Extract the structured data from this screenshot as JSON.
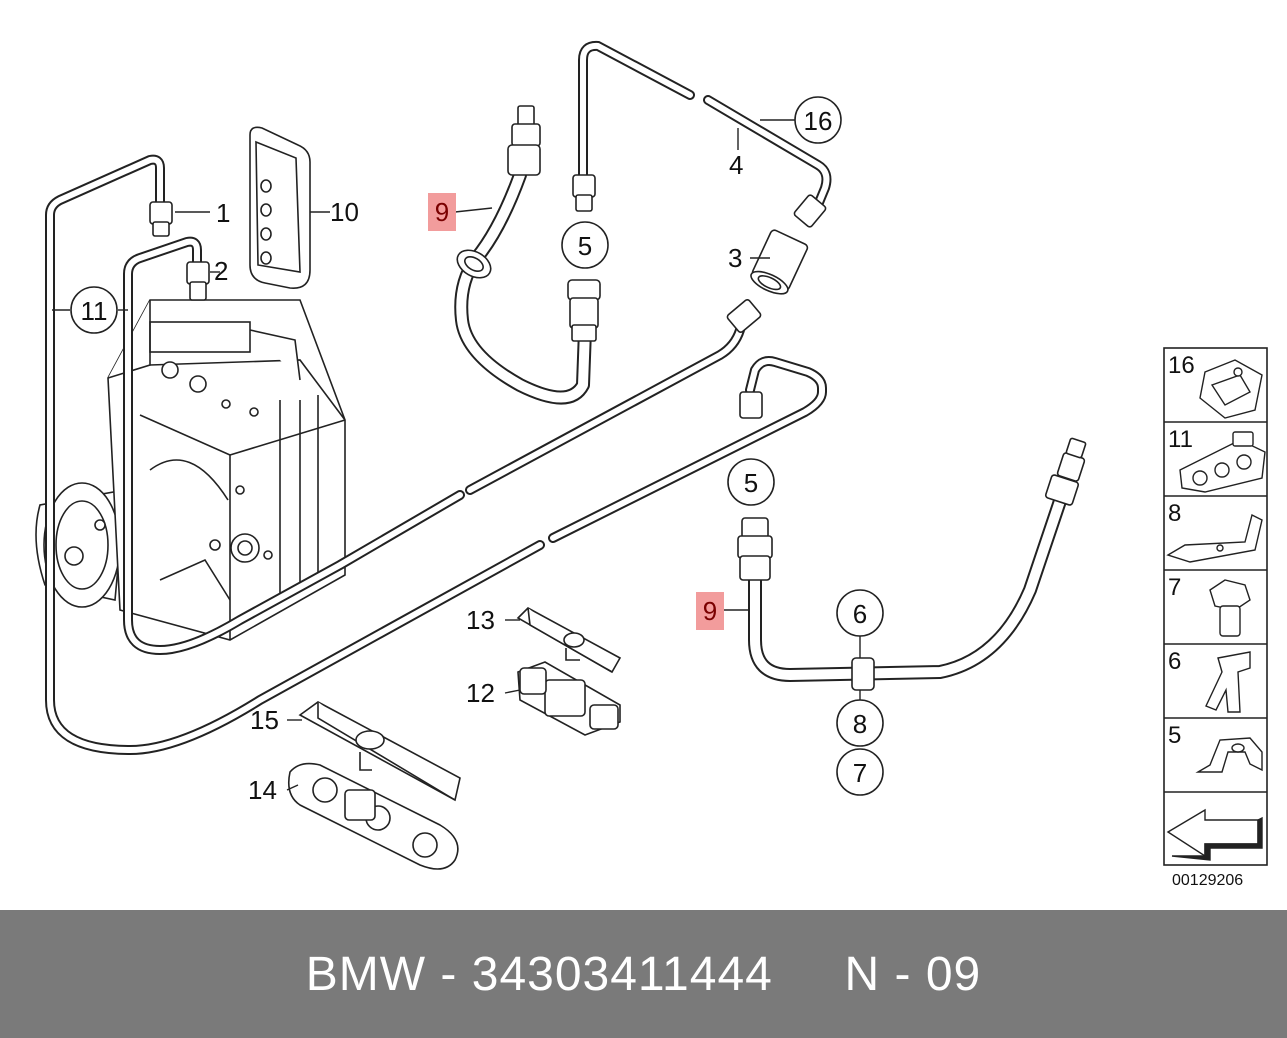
{
  "diagram": {
    "callouts": {
      "c1": "1",
      "c2": "2",
      "c3": "3",
      "c4": "4",
      "c10": "10",
      "c11": "11",
      "c16": "16",
      "c5a": "5",
      "c5b": "5",
      "c9a": "9",
      "c9b": "9",
      "c6": "6",
      "c8": "8",
      "c7": "7",
      "c13": "13",
      "c12": "12",
      "c15": "15",
      "c14": "14"
    },
    "highlight_color": "#f29c9c",
    "side_panel": {
      "items": [
        "16",
        "11",
        "8",
        "7",
        "6",
        "5"
      ]
    },
    "ref_code": "00129206"
  },
  "footer": {
    "text": "BMW - 34303411444     N - 09",
    "background": "#7a7a7a"
  }
}
